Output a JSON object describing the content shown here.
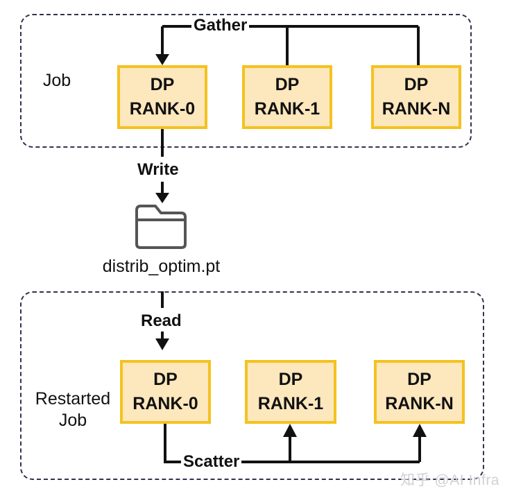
{
  "diagram": {
    "top_job": {
      "label": "Job",
      "ranks": [
        {
          "line1": "DP",
          "line2": "RANK-0"
        },
        {
          "line1": "DP",
          "line2": "RANK-1"
        },
        {
          "line1": "DP",
          "line2": "RANK-N"
        }
      ]
    },
    "restarted_job": {
      "label_line1": "Restarted",
      "label_line2": "Job",
      "ranks": [
        {
          "line1": "DP",
          "line2": "RANK-0"
        },
        {
          "line1": "DP",
          "line2": "RANK-1"
        },
        {
          "line1": "DP",
          "line2": "RANK-N"
        }
      ]
    },
    "edge_labels": {
      "gather": "Gather",
      "write": "Write",
      "read": "Read",
      "scatter": "Scatter"
    },
    "file": {
      "icon": "folder-icon",
      "name": "distrib_optim.pt"
    },
    "watermark": "知乎 @AI Infra",
    "colors": {
      "rank_fill": "#fde7bd",
      "rank_border": "#f4c21f",
      "dashed_border": "#2f3350",
      "line": "#111111",
      "folder_stroke": "#555555"
    }
  }
}
